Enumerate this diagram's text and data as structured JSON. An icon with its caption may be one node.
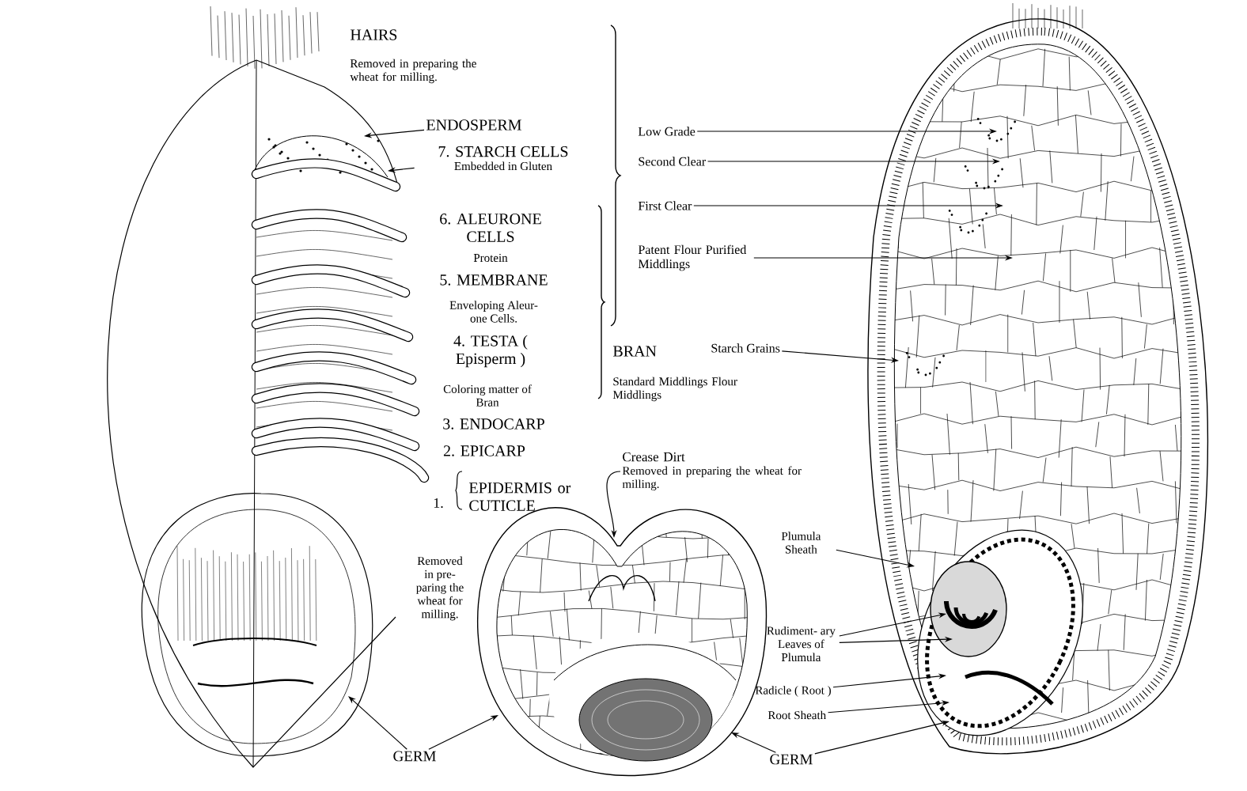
{
  "diagram": {
    "nodes": [
      {
        "text": [],
        "shape": "picture"
      },
      {
        "text": [],
        "shape": "picture"
      },
      {
        "text": [],
        "shape": "picture"
      },
      {
        "text": [
          "ENDOSPERM"
        ]
      },
      {
        "text": [
          "7. STARCH CELLS",
          "Embedded in Gluten"
        ]
      },
      {
        "text": [
          "Low Grade"
        ]
      },
      {
        "text": [
          "Second Clear"
        ]
      },
      {
        "text": [
          "First Clear"
        ]
      },
      {
        "text": [
          "Patent Flour Purified Middlings"
        ]
      },
      {
        "text": [
          "Starch Grains"
        ]
      },
      {
        "text": [
          "Crease Dirt",
          "Removed in preparing the wheat for milling."
        ]
      },
      {
        "text": [
          "Plumula Sheath"
        ]
      },
      {
        "text": [
          "Rudiment- ary Leaves of Plumula"
        ]
      },
      {
        "text": [
          "Radicle ( Root )"
        ]
      },
      {
        "text": [
          "Root Sheath"
        ]
      },
      {
        "text": [
          "GERM"
        ]
      },
      {
        "text": [
          "GERM"
        ]
      }
    ],
    "edges": [
      {
        "from": 3,
        "to": 0,
        "arrow": "to"
      },
      {
        "from": 4,
        "to": 0,
        "arrow": "to"
      },
      {
        "from": 5,
        "to": 2,
        "arrow": "to"
      },
      {
        "from": 6,
        "to": 2,
        "arrow": "to"
      },
      {
        "from": 7,
        "to": 2,
        "arrow": "to"
      },
      {
        "from": 8,
        "to": 2,
        "arrow": "to"
      },
      {
        "from": 9,
        "to": 2,
        "arrow": "to"
      },
      {
        "from": 10,
        "to": 1,
        "arrow": "to"
      },
      {
        "from": 11,
        "to": 2,
        "arrow": "to"
      },
      {
        "from": 12,
        "to": 2,
        "arrow": "to"
      },
      {
        "from": 12,
        "to": 2,
        "arrow": "to"
      },
      {
        "from": 13,
        "to": 2,
        "arrow": "to"
      },
      {
        "from": 14,
        "to": 2,
        "arrow": "to"
      },
      {
        "from": 15,
        "to": 0,
        "arrow": "to"
      },
      {
        "from": 15,
        "to": 1,
        "arrow": "to"
      },
      {
        "from": 16,
        "to": 1,
        "arrow": "to"
      },
      {
        "from": 16,
        "to": 2,
        "arrow": "to"
      }
    ],
    "labels": [
      "HAIRS",
      "Removed in preparing the wheat for milling.",
      "6. ALEURONE CELLS",
      "Protein",
      "5. MEMBRANE",
      "Enveloping Aleur- one Cells.",
      "4. TESTA ( Episperm )",
      "Coloring matter of Bran",
      "3. ENDOCARP",
      "2. EPICARP",
      "1.",
      "EPIDERMIS or CUTICLE",
      "Removed in pre- paring the wheat for milling.",
      "BRAN",
      "Standard Middlings Flour Middlings"
    ]
  }
}
